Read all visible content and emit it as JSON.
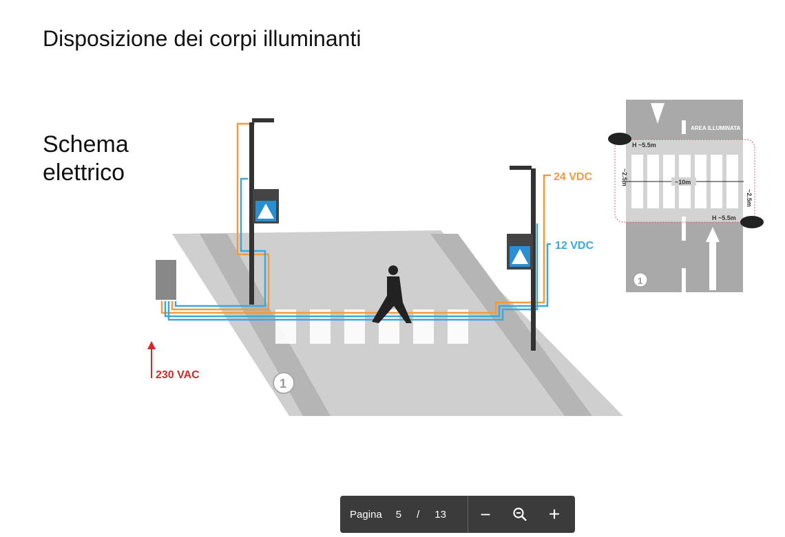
{
  "page": {
    "title": "Disposizione dei corpi illuminanti",
    "subtitle": "Schema elettrico"
  },
  "diagram": {
    "label_24vdc": "24 VDC",
    "label_12vdc": "12 VDC",
    "label_230vac": "230 VAC",
    "zone_number": "1",
    "inset": {
      "area_label": "AREA ILLUMINATA",
      "height_top": "H ~5.5m",
      "height_bottom": "H ~5.5m",
      "offset_left": "~2.5m",
      "offset_right": "~2.5m",
      "width": "~10m",
      "zone_number": "1"
    },
    "colors": {
      "orange": "#f39a3c",
      "blue": "#3aa7dd",
      "red": "#d9262b",
      "road": "#c8c8c8"
    }
  },
  "toolbar": {
    "page_label": "Pagina",
    "current_page": "5",
    "separator": "/",
    "total_pages": "13",
    "zoom_out": "−",
    "zoom_in": "+"
  }
}
